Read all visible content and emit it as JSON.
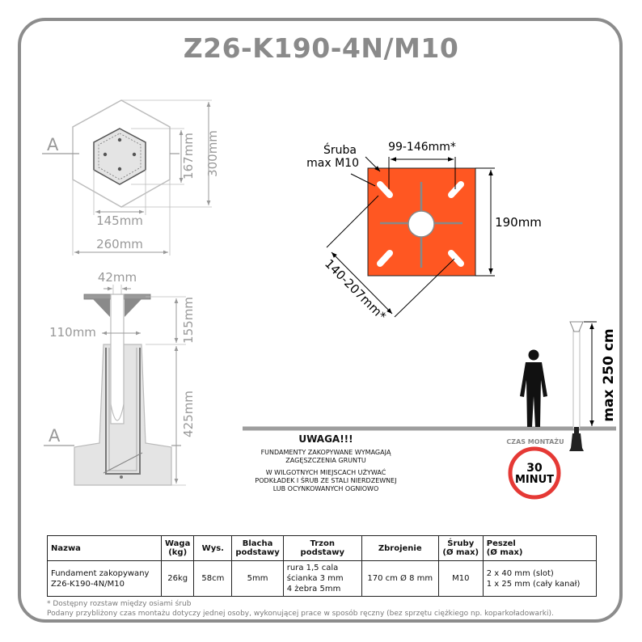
{
  "product_code": "Z26-K190-4N/M10",
  "top_view": {
    "section_label": "A",
    "dim_inner_height": "167mm",
    "dim_outer_height": "300mm",
    "dim_inner_width": "145mm",
    "dim_outer_width": "260mm"
  },
  "side_view": {
    "section_label": "A",
    "dim_tube": "42mm",
    "dim_neck": "110mm",
    "dim_top": "155mm",
    "dim_body": "425mm"
  },
  "plate_view": {
    "bolt_label_line1": "Śruba",
    "bolt_label_line2": "max M10",
    "dim_spacing": "99-146mm*",
    "dim_side": "190mm",
    "dim_diagonal": "140-207mm*"
  },
  "height_view": {
    "max_height": "max 250 cm",
    "time_caption": "CZAS MONTAŻU",
    "time_value": "30",
    "time_unit": "MINUT"
  },
  "notice": {
    "heading": "UWAGA!!!",
    "line1": "FUNDAMENTY ZAKOPYWANE WYMAGAJĄ",
    "line2": "ZAGĘSZCZENIA GRUNTU",
    "line3": "W WILGOTNYCH MIEJSCACH UŻYWAĆ",
    "line4": "PODKŁADEK I ŚRUB ZE STALI NIERDZEWNEJ",
    "line5": "LUB OCYNKOWANYCH OGNIOWO"
  },
  "table": {
    "headers": {
      "name": "Nazwa",
      "weight1": "Waga",
      "weight2": "(kg)",
      "height": "Wys.",
      "plate1": "Blacha",
      "plate2": "podstawy",
      "shaft": "Trzon podstawy",
      "rebar": "Zbrojenie",
      "bolts1": "Śruby",
      "bolts2": "(Ø max)",
      "socket1": "Peszel",
      "socket2": "(Ø max)"
    },
    "row": {
      "name1": "Fundament zakopywany",
      "name2": "Z26-K190-4N/M10",
      "weight": "26kg",
      "height": "58cm",
      "plate": "5mm",
      "shaft1": "rura 1,5 cala",
      "shaft2": "ścianka 3 mm",
      "shaft3": "4 żebra 5mm",
      "rebar": "170 cm Ø 8 mm",
      "bolts": "M10",
      "socket1": "2 x 40 mm (slot)",
      "socket2": "1 x 25 mm (cały kanał)"
    }
  },
  "footnotes": {
    "note1": "* Dostępny rozstaw między osiami śrub",
    "note2": "Podany przybliżony czas montażu dotyczy jednej osoby, wykonującej prace w sposób ręczny (bez sprzętu ciężkiego np. koparkoładowarki)."
  },
  "colors": {
    "plate": "#ff5722",
    "frame": "#8c8c8c",
    "dimension": "#999999",
    "time_ring": "#e53935"
  }
}
